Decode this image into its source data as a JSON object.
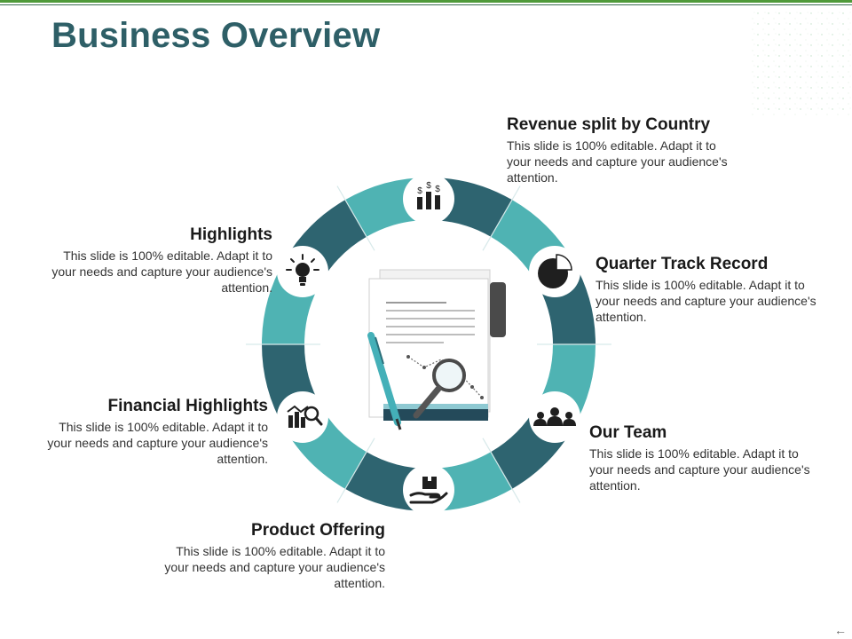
{
  "slide": {
    "title": "Business Overview",
    "nav_icon": "back-arrow-icon"
  },
  "colors": {
    "title": "#2e5f67",
    "teal_light": "#4fb3b3",
    "teal_dark": "#2e6470",
    "icon_dark": "#1f1f1f",
    "top_bar": "#4f9a3a"
  },
  "segments": [
    {
      "id": "revenue",
      "heading": "Revenue split by Country",
      "body": "This slide is 100% editable. Adapt it to your needs and capture your audience's attention.",
      "icon": "bar-chart-dollar-icon"
    },
    {
      "id": "quarter",
      "heading": "Quarter Track Record",
      "body": "This slide is 100% editable. Adapt it to your needs and capture your audience's attention.",
      "icon": "pie-chart-icon"
    },
    {
      "id": "team",
      "heading": "Our Team",
      "body": "This slide is 100% editable. Adapt it to your needs and capture your audience's attention.",
      "icon": "team-icon"
    },
    {
      "id": "product",
      "heading": "Product Offering",
      "body": "This slide is 100% editable. Adapt it to your needs and capture your audience's attention.",
      "icon": "hand-box-icon"
    },
    {
      "id": "financial",
      "heading": "Financial Highlights",
      "body": "This slide is 100% editable. Adapt it to your needs and capture your audience's attention.",
      "icon": "chart-magnifier-icon"
    },
    {
      "id": "highlights",
      "heading": "Highlights",
      "body": "This slide is 100% editable. Adapt it to your needs and capture your audience's attention.",
      "icon": "lightbulb-icon"
    }
  ],
  "center_illustration": "documents-pen-magnifier-icon"
}
